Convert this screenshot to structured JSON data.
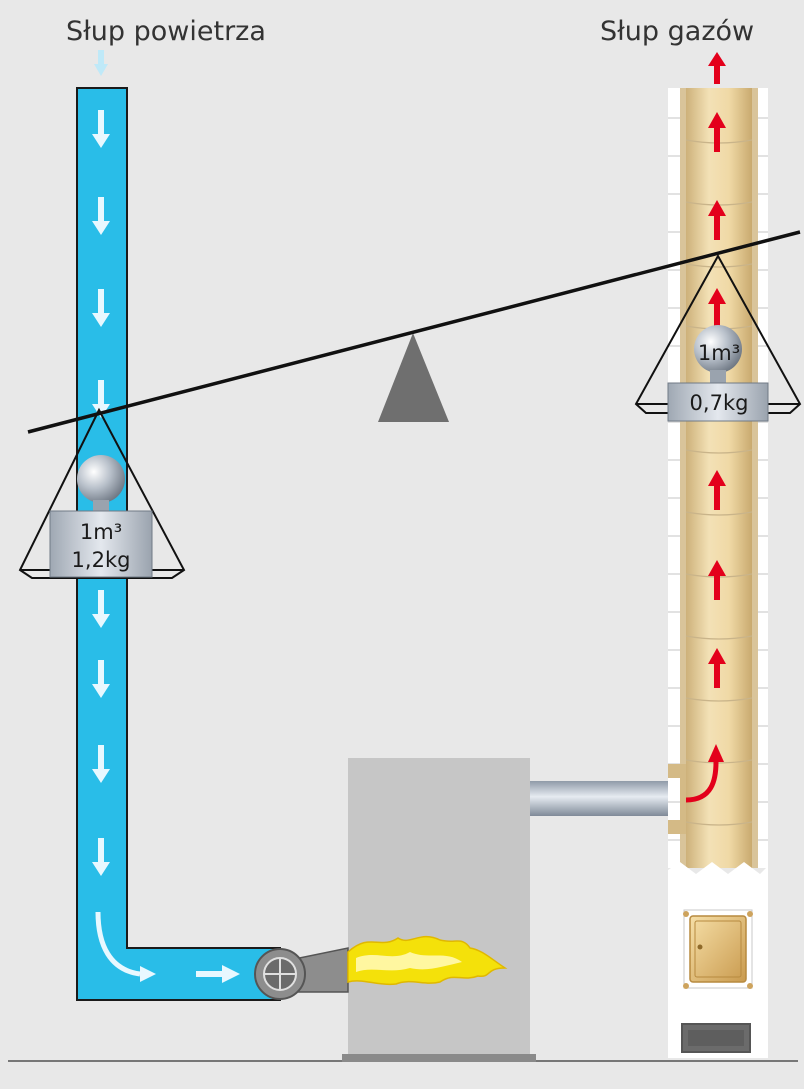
{
  "labels": {
    "air_column": "Słup powietrza",
    "gas_column": "Słup gazów"
  },
  "weights": {
    "air": {
      "volume": "1m³",
      "mass": "1,2kg"
    },
    "gas": {
      "volume": "1m³",
      "mass": "0,7kg"
    }
  },
  "colors": {
    "background": "#e8e8e8",
    "air_duct": "#29bde8",
    "air_arrow": "#e8f8ff",
    "chimney_liner": "#e9cf9d",
    "gas_arrow": "#e3001b",
    "boiler": "#c6c6c6",
    "flame": "#f4e10a",
    "fulcrum": "#6f6f6f"
  },
  "icons": [
    "down-arrow-icon",
    "up-arrow-icon",
    "fan-icon",
    "flame-icon",
    "door-icon",
    "fulcrum-icon"
  ]
}
